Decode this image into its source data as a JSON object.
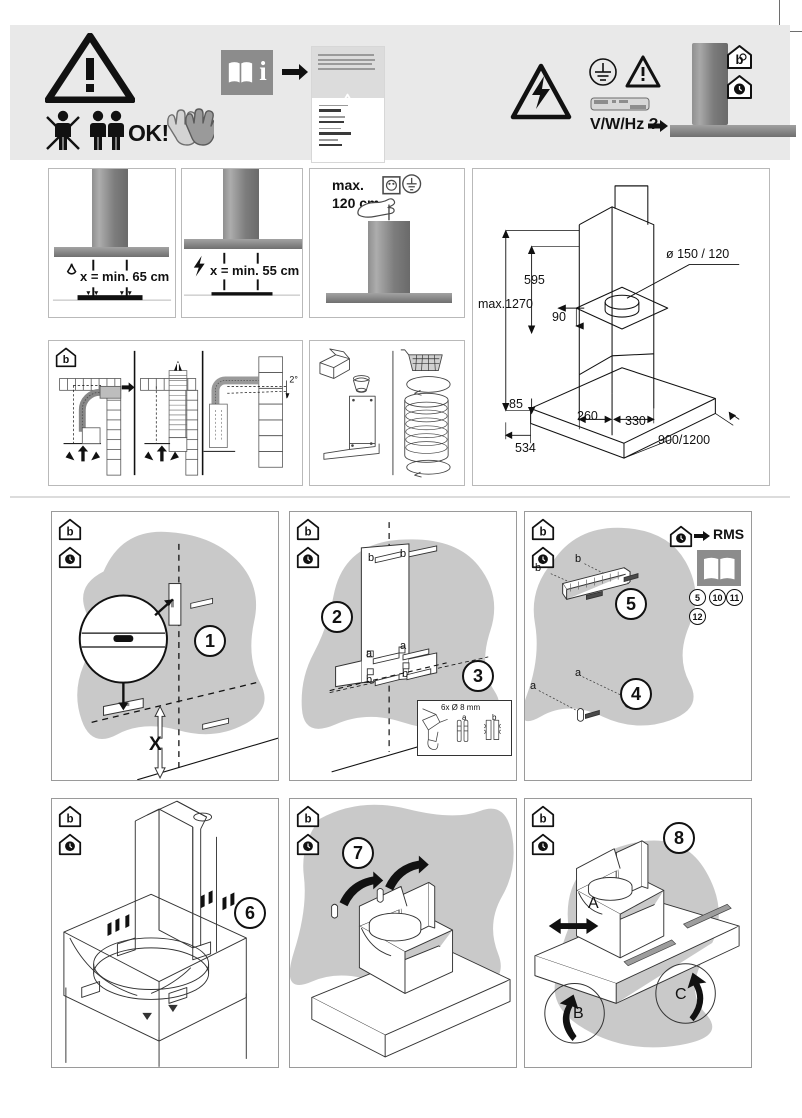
{
  "document": {
    "type": "cooker-hood-installation-guide",
    "page_color": "#ffffff",
    "banner_color": "#e9e9e9",
    "accent_dark": "#111111",
    "metal_grey": "#8c8c8c",
    "blob_grey": "#c9c9c9"
  },
  "header": {
    "warning_icon": "warning-triangle-icon",
    "no_single_person_icon": "single-person-crossed-icon",
    "two_person_icon": "two-persons-icon",
    "ok_label": "OK!",
    "gloves_icon": "protective-gloves-icon",
    "read_manual_icon": "open-booklet-info-icon",
    "booklet_letter": "i",
    "arrow_icon": "right-arrow-icon",
    "manual_page_icon": "manual-page-icon",
    "electric_shock_icon": "electric-shock-triangle-icon",
    "earth_icon": "protective-earth-icon",
    "caution_icon": "caution-triangle-icon",
    "rating_plate_icon": "rating-plate-icon",
    "rating_label": "V/W/Hz ?",
    "rating_arrow_icon": "right-arrow-icon",
    "hood_icon": "island-hood-icon",
    "two_persons_house_icon": "house-two-persons-icon",
    "time_house_icon": "house-time-icon"
  },
  "clearance": {
    "gas": {
      "panel_name": "gas-hob-clearance-panel",
      "hazard_icon": "flame-icon",
      "text": "x = min. 65 cm"
    },
    "electric": {
      "panel_name": "electric-hob-clearance-panel",
      "hazard_icon": "lightning-icon",
      "text": "x = min. 55 cm"
    },
    "socket": {
      "panel_name": "power-socket-height-panel",
      "line1": "max.",
      "line2": "120 cm",
      "socket_icon": "power-socket-icon",
      "earth_icon": "protective-earth-icon",
      "hand_icon": "hand-plug-icon"
    }
  },
  "dimensions": {
    "panel_name": "dimension-drawing-panel",
    "duct_diameter": "ø 150 / 120",
    "chimney_height": "595",
    "max_total_height": "max.1270",
    "outlet_offset": "90",
    "canopy_height": "85",
    "rear_depth": "260",
    "front_depth": "330",
    "body_depth": "534",
    "width": "900/1200"
  },
  "ducting": {
    "panel_name": "ducting-routing-panel",
    "house_icon": "house-two-persons-icon",
    "slope_label": "2°",
    "variants": [
      "bend-duct-through-ceiling",
      "straight-duct-through-ceiling",
      "duct-through-wall-with-slope"
    ]
  },
  "accessories": {
    "panel_name": "accessories-panel",
    "items": [
      "carton-box-icon",
      "duct-reducer-icon",
      "mounting-bracket-icon",
      "shopping-basket-icon",
      "clamp-ring-icon",
      "flexible-hose-icon",
      "clamp-ring-icon"
    ]
  },
  "steps": [
    {
      "number": "1",
      "panel_name": "step-1-marking-panel",
      "house_icons": [
        "house-two-persons-icon",
        "house-time-icon"
      ],
      "distance_label": "X",
      "detail_icon": "spirit-level-detail-icon",
      "tool_icon": "spirit-level-icon"
    },
    {
      "number": "2",
      "panel_name": "step-2-template-panel",
      "house_icons": [
        "house-two-persons-icon",
        "house-time-icon"
      ],
      "markers": [
        "b",
        "b",
        "a",
        "a",
        "b",
        "b"
      ]
    },
    {
      "number": "3",
      "panel_name": "step-3-drilling-panel",
      "drill_label": "6x Ø 8 mm",
      "marker_a": "a",
      "marker_b": "b",
      "drill_icon": "power-drill-icon",
      "dowel_a_icon": "dowel-long-icon",
      "dowel_b_icon": "dowel-short-icon"
    },
    {
      "number": "4",
      "panel_name": "step-4-lower-fixings-panel",
      "markers": [
        "a",
        "a"
      ],
      "screw_icon": "screw-icon"
    },
    {
      "number": "5",
      "panel_name": "step-5-wall-rail-panel",
      "markers": [
        "b",
        "b"
      ],
      "rail_icon": "wall-mounting-rail-icon",
      "rms_label": "RMS",
      "rms_house_icon": "house-time-icon",
      "rms_arrow_icon": "right-arrow-icon",
      "rms_booklet_icon": "open-booklet-icon",
      "page_refs": [
        "5",
        "10",
        "11",
        "12"
      ]
    },
    {
      "number": "6",
      "panel_name": "step-6-chimney-assembly-panel",
      "house_icons": [
        "house-two-persons-icon",
        "house-time-icon"
      ]
    },
    {
      "number": "7",
      "panel_name": "step-7-hang-hood-panel",
      "house_icons": [
        "house-two-persons-icon",
        "house-time-icon"
      ]
    },
    {
      "number": "8",
      "panel_name": "step-8-alignment-panel",
      "house_icons": [
        "house-two-persons-icon",
        "house-time-icon"
      ],
      "adjust_a": "A",
      "adjust_b": "B",
      "adjust_c": "C"
    }
  ]
}
